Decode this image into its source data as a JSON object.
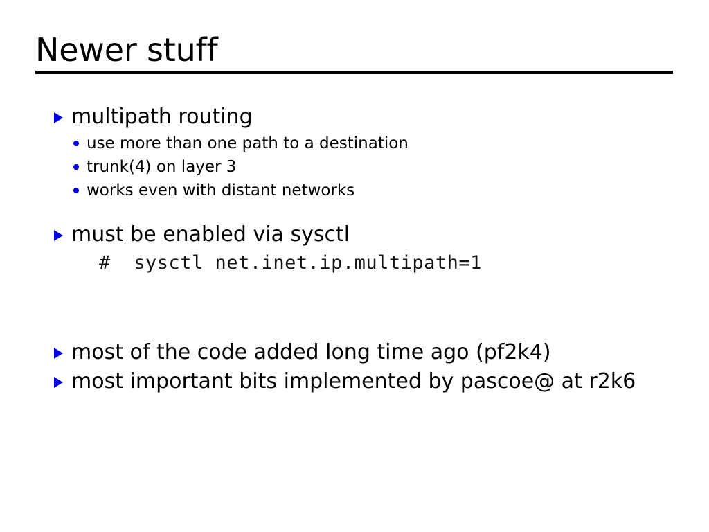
{
  "slide": {
    "title": "Newer stuff",
    "accent_color": "#0000e0",
    "text_color": "#000000",
    "background_color": "#ffffff",
    "rule_color": "#000000",
    "markers": {
      "level1": "triangle-right",
      "level2": "round-dot"
    },
    "content": [
      {
        "level": 1,
        "text": "multipath routing"
      },
      {
        "level": 2,
        "text": "use more than one path to a destination"
      },
      {
        "level": 2,
        "text": "trunk(4) on layer 3"
      },
      {
        "level": 2,
        "text": "works even with distant networks"
      },
      {
        "level": 1,
        "text": "must be enabled via sysctl"
      },
      {
        "level": "code",
        "text": "#  sysctl net.inet.ip.multipath=1"
      },
      {
        "level": 1,
        "text": "most of the code added long time ago (pf2k4)"
      },
      {
        "level": 1,
        "text": "most important bits implemented by pascoe@ at r2k6"
      }
    ]
  }
}
